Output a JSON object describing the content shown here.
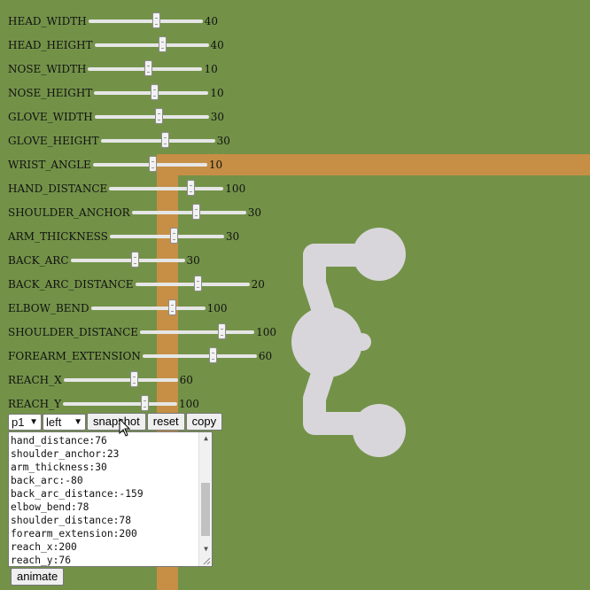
{
  "colors": {
    "background": "#739248",
    "bar": "#c68f45",
    "figure": "#d8d6db",
    "track": "#e6e6e6"
  },
  "sliders": [
    {
      "name": "head-width",
      "label": "HEAD_WIDTH",
      "value": "40",
      "level": 0.6
    },
    {
      "name": "head-height",
      "label": "HEAD_HEIGHT",
      "value": "40",
      "level": 0.6
    },
    {
      "name": "nose-width",
      "label": "NOSE_WIDTH",
      "value": "10",
      "level": 0.53
    },
    {
      "name": "nose-height",
      "label": "NOSE_HEIGHT",
      "value": "10",
      "level": 0.53
    },
    {
      "name": "glove-width",
      "label": "GLOVE_WIDTH",
      "value": "30",
      "level": 0.57
    },
    {
      "name": "glove-height",
      "label": "GLOVE_HEIGHT",
      "value": "30",
      "level": 0.57
    },
    {
      "name": "wrist-angle",
      "label": "WRIST_ANGLE",
      "value": "10",
      "level": 0.53
    },
    {
      "name": "hand-distance",
      "label": "HAND_DISTANCE",
      "value": "100",
      "level": 0.73
    },
    {
      "name": "shoulder-anchor",
      "label": "SHOULDER_ANCHOR",
      "value": "30",
      "level": 0.57
    },
    {
      "name": "arm-thickness",
      "label": "ARM_THICKNESS",
      "value": "30",
      "level": 0.57
    },
    {
      "name": "back-arc",
      "label": "BACK_ARC",
      "value": "30",
      "level": 0.57
    },
    {
      "name": "back-arc-distance",
      "label": "BACK_ARC_DISTANCE",
      "value": "20",
      "level": 0.55
    },
    {
      "name": "elbow-bend",
      "label": "ELBOW_BEND",
      "value": "100",
      "level": 0.73
    },
    {
      "name": "shoulder-distance",
      "label": "SHOULDER_DISTANCE",
      "value": "100",
      "level": 0.73
    },
    {
      "name": "forearm-extension",
      "label": "FOREARM_EXTENSION",
      "value": "60",
      "level": 0.63
    },
    {
      "name": "reach-x",
      "label": "REACH_X",
      "value": "60",
      "level": 0.63
    },
    {
      "name": "reach-y",
      "label": "REACH_Y",
      "value": "100",
      "level": 0.73
    }
  ],
  "controls": {
    "player_select": "p1",
    "side_select": "left",
    "snapshot_label": "snapshot",
    "reset_label": "reset",
    "copy_label": "copy",
    "animate_label": "animate"
  },
  "output_lines": [
    "hand_distance:76",
    "shoulder_anchor:23",
    "arm_thickness:30",
    "back_arc:-80",
    "back_arc_distance:-159",
    "elbow_bend:78",
    "shoulder_distance:78",
    "forearm_extension:200",
    "reach_x:200",
    "reach_y:76"
  ]
}
